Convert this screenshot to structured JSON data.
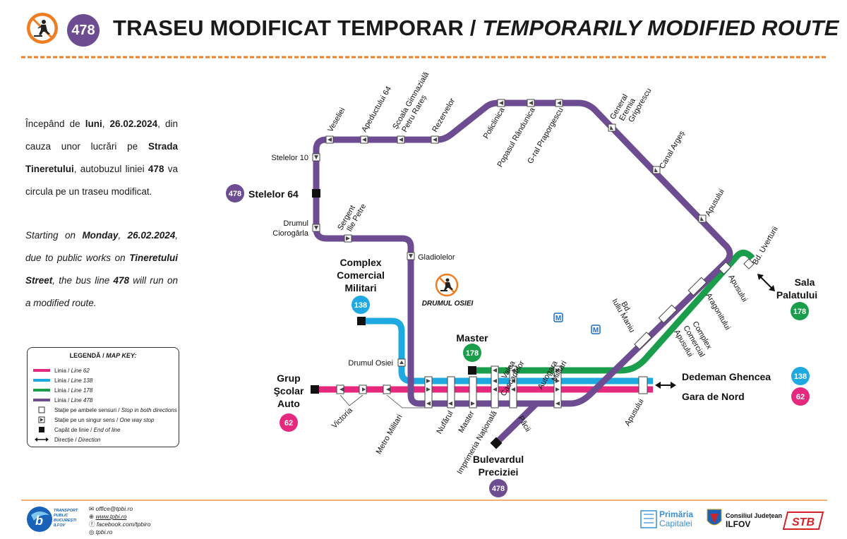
{
  "header": {
    "line_number": "478",
    "title_ro": "TRASEU MODIFICAT TEMPORAR / ",
    "title_en": "TEMPORARILY MODIFIED ROUTE"
  },
  "notice_ro": {
    "p1": "Începând de ",
    "b1": "luni",
    "p2": ", ",
    "b2": "26.02.2024",
    "p3": ", din cauza unor lucrări pe ",
    "b3": "Strada Tineretului",
    "p4": ", autobuzul liniei ",
    "b4": "478",
    "p5": " va circula pe un traseu modificat."
  },
  "notice_en": {
    "p1": "Starting on ",
    "b1": "Monday",
    "p2": ", ",
    "b2": "26.02.2024",
    "p3": ", due to public works on ",
    "b3": "Tineretului Street",
    "p4": ", the bus line ",
    "b4": "478",
    "p5": " will run on a modified route."
  },
  "legend": {
    "title_ro": "LEGENDĂ / ",
    "title_en": "MAP KEY:",
    "items": [
      {
        "ro": "Linia / ",
        "en": "Line 62"
      },
      {
        "ro": "Linia / ",
        "en": "Line 138"
      },
      {
        "ro": "Linia / ",
        "en": "Line 178"
      },
      {
        "ro": "Linia / ",
        "en": "Line 478"
      },
      {
        "ro": "Stație pe ambele sensuri / ",
        "en": "Stop in both directions"
      },
      {
        "ro": "Stație pe un singur sens / ",
        "en": "One way stop"
      },
      {
        "ro": "Capăt de linie / ",
        "en": "End of line"
      },
      {
        "ro": "Direcție / ",
        "en": "Direction"
      }
    ]
  },
  "lines": {
    "l62": {
      "number": "62",
      "color": "#e4297f"
    },
    "l138": {
      "number": "138",
      "color": "#1fa9e1"
    },
    "l178": {
      "number": "178",
      "color": "#1a9e4b"
    },
    "l478": {
      "number": "478",
      "color": "#6d4c91"
    }
  },
  "colors": {
    "accent_orange": "#ef7d22",
    "text": "#1a1a1a"
  },
  "terminals": {
    "stelelor64": "Stelelor 64",
    "complex_militari": [
      "Complex",
      "Comercial",
      "Militari"
    ],
    "grup_scolar": [
      "Grup",
      "Şcolar",
      "Auto"
    ],
    "master": "Master",
    "bd_preciziei": [
      "Bulevardul",
      "Preciziei"
    ],
    "sala_palatului": [
      "Sala",
      "Palatului"
    ],
    "dedeman": "Dedeman Ghencea",
    "gara_de_nord": "Gara de Nord"
  },
  "roadwork_label": "DRUMUL OSIEI",
  "metro_symbol": "M",
  "stops": {
    "veseliei": "Veseliei",
    "apeductului": "Apeductului 64",
    "scoala": [
      "Școala Gimnazială",
      "Petru Rareș"
    ],
    "rezervelor": "Rezervelor",
    "policlinica": "Policlinica",
    "popasul": "Popasul Rândunica",
    "gral": "G-ral Praporgescu",
    "general_eremia": [
      "General",
      "Eremia",
      "Grigorescu"
    ],
    "canal_arges": "Canal Argeș",
    "apusului": "Apusului",
    "stelelor10": "Stelelor 10",
    "drumul_ciorogarla": [
      "Drumul",
      "Ciorogârla"
    ],
    "sergent": [
      "Sergent",
      "Ilie Petre"
    ],
    "gladiolelor": "Gladiolelor",
    "drumul_osiei": "Drumul Osiei",
    "bd_uverturii": "Bd. Uverturii",
    "aragonitului": "Aragonitului",
    "complex_apusului": [
      "Complex",
      "Comercial",
      "Apusului"
    ],
    "bd_iuliu": [
      "Bd.",
      "Iuliu Maniu"
    ],
    "valea_cascadelor": [
      "Valea",
      "Cascadelor"
    ],
    "autogara": [
      "Autogara",
      "Militari"
    ],
    "victoria": "Victoria",
    "metro_militari": "Metro Militari",
    "nufarul": "Nufărul",
    "master_stop": "Master",
    "imprimeria": "Imprimeria Națională",
    "pacii": "Păcii"
  },
  "contact": {
    "email": "office@tpbi.ro",
    "web": "www.tpbi.ro",
    "facebook": "facebook.com/tpbiro",
    "instagram": "tpbi.ro"
  },
  "footer_logos": {
    "tpbi": [
      "TRANSPORT",
      "PUBLIC",
      "BUCUREȘTI",
      "ILFOV"
    ],
    "primaria": [
      "Primăria",
      "Capitalei"
    ],
    "consiliul": [
      "Consiliul Județean",
      "ILFOV"
    ],
    "stb": "STB"
  }
}
